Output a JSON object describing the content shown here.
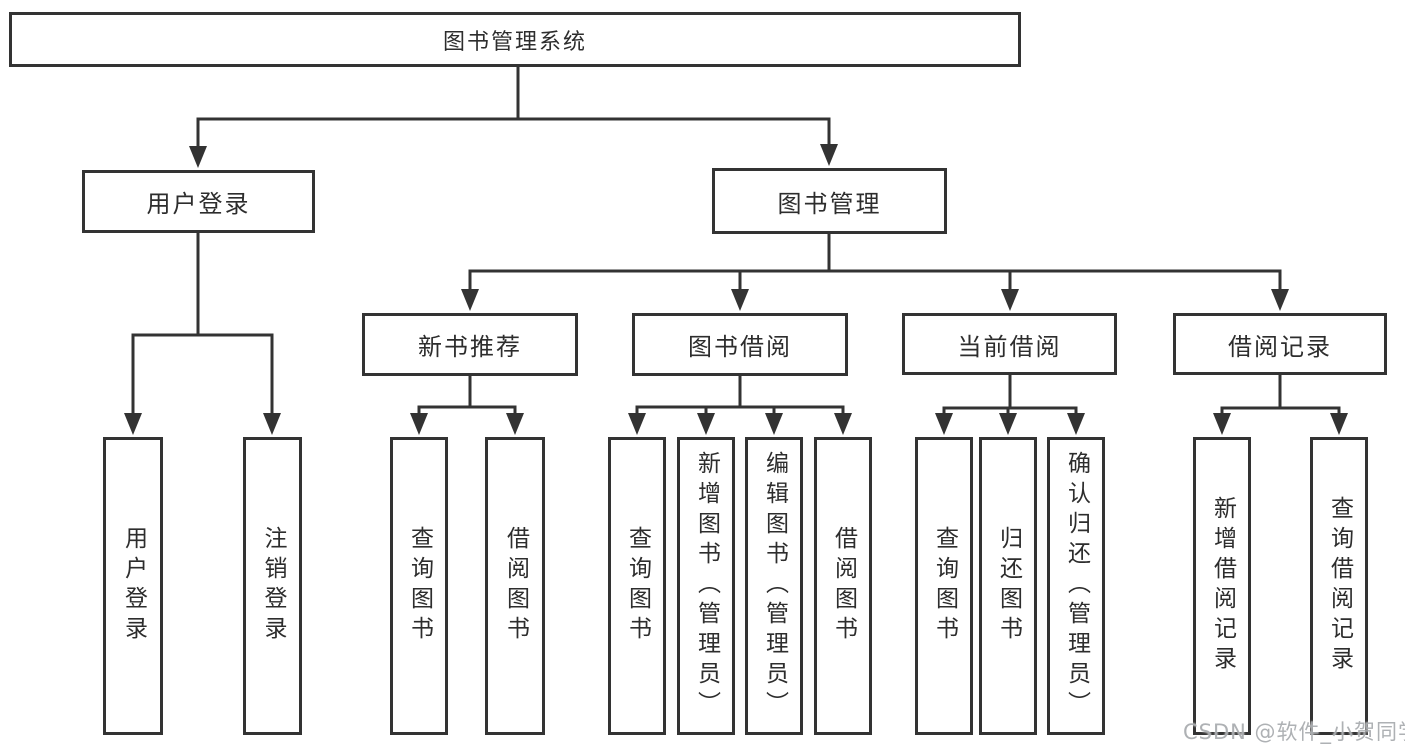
{
  "tree": {
    "label": "图书管理系统",
    "branches": [
      {
        "label": "用户登录",
        "children": [
          "用户登录",
          "注销登录"
        ]
      },
      {
        "label": "图书管理",
        "groups": [
          {
            "label": "新书推荐",
            "children": [
              "查询图书",
              "借阅图书"
            ]
          },
          {
            "label": "图书借阅",
            "children": [
              "查询图书",
              "新增图书（管理员）",
              "编辑图书（管理员）",
              "借阅图书"
            ]
          },
          {
            "label": "当前借阅",
            "children": [
              "查询图书",
              "归还图书",
              "确认归还（管理员）"
            ]
          },
          {
            "label": "借阅记录",
            "children": [
              "新增借阅记录",
              "查询借阅记录"
            ]
          }
        ]
      }
    ]
  },
  "watermark": {
    "text": "CSDN @软件_小贺同学"
  },
  "colors": {
    "line": "#333333",
    "box_border": "#333333",
    "text": "#2d2d2d",
    "watermark": "#a5a8ac",
    "background": "#ffffff"
  }
}
